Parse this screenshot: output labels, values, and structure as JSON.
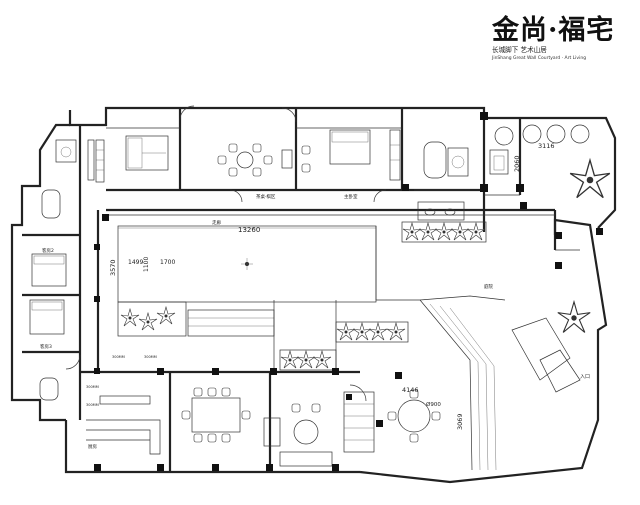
{
  "brand": {
    "title": "金尚·福宅",
    "subtitle": "长城脚下  艺术山居",
    "english": "JinShang Great Wall Courtyard · Art Living"
  },
  "dimensions": {
    "d13260": "13260",
    "d3570": "3570",
    "d1499": "1499",
    "d1100": "1100",
    "d1700": "1700",
    "d3116": "3116",
    "d2060": "2060",
    "d4146": "4146",
    "d3069": "3069",
    "d900": "Ø900"
  },
  "rooms": {
    "tea_room": "茶桌·棋区",
    "master_bedroom": "主卧室",
    "corridor": "走廊",
    "courtyard": "庭院",
    "bedroom2": "客房2",
    "bedroom3": "客房3",
    "kitchen": "厨房",
    "entrance": "入口"
  },
  "small_marks": {
    "a": "300MM",
    "b": "300MM",
    "c": "300MM",
    "d": "300MM"
  }
}
